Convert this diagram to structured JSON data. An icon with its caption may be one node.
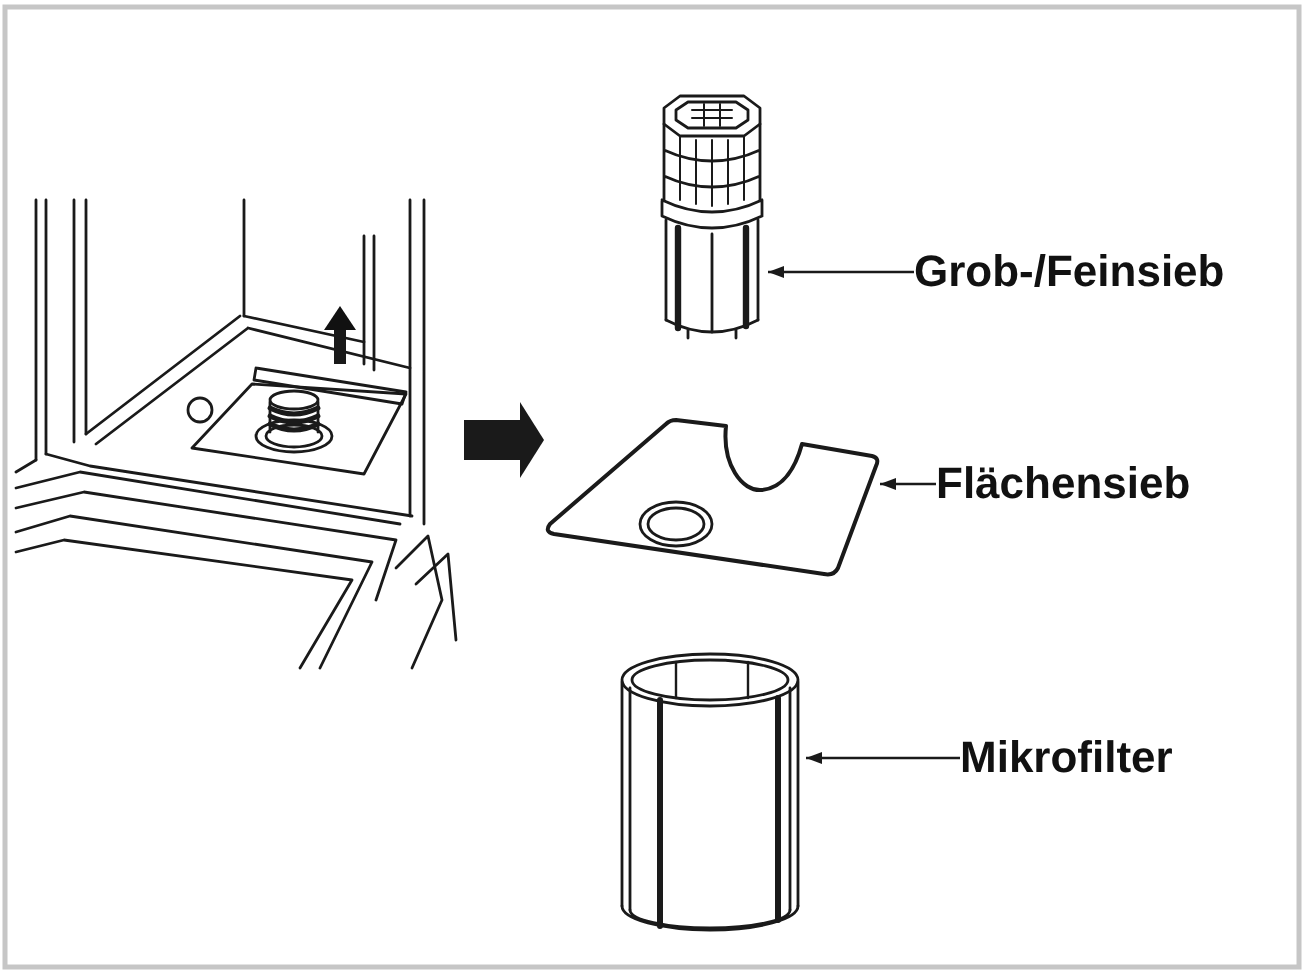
{
  "diagram": {
    "nodes": [
      {
        "text": [],
        "shape": "picture"
      },
      {
        "text": [],
        "shape": "picture"
      },
      {
        "text": [
          "Grob-/Feinsieb"
        ]
      },
      {
        "text": [],
        "shape": "picture"
      },
      {
        "text": [
          "Flächensieb"
        ]
      },
      {
        "text": [],
        "shape": "picture"
      },
      {
        "text": [
          "Mikrofilter"
        ]
      }
    ],
    "edges": [
      {
        "from": 0,
        "to": 3,
        "arrow": "to",
        "style": "thick"
      },
      {
        "from": 2,
        "to": 1,
        "arrow": "to"
      },
      {
        "from": 4,
        "to": 3,
        "arrow": "to"
      },
      {
        "from": 6,
        "to": 5,
        "arrow": "to"
      }
    ]
  }
}
